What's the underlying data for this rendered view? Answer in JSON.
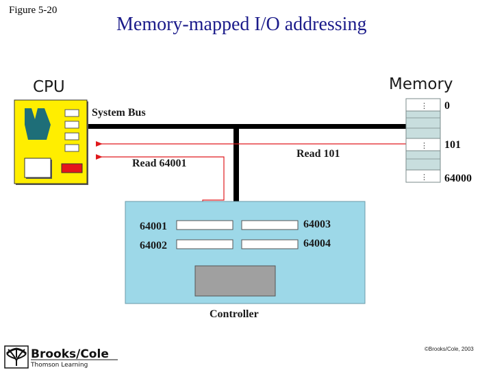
{
  "header": {
    "figure_label": "Figure 5-20",
    "title": "Memory-mapped I/O addressing"
  },
  "cpu": {
    "label": "CPU"
  },
  "bus": {
    "label": "System Bus",
    "read_to_memory": "Read 101",
    "read_to_controller": "Read 64001"
  },
  "memory": {
    "label": "Memory",
    "addresses": [
      "0",
      "101",
      "64000"
    ],
    "cell_dots": "⋮"
  },
  "controller": {
    "label": "Controller",
    "registers": [
      "64001",
      "64002",
      "64003",
      "64004"
    ]
  },
  "colors": {
    "cpu_fill": "#ffee00",
    "cpu_logo": "#1e6e78",
    "cpu_red_button": "#e5151b",
    "bus": "#000000",
    "signal_arrow": "#e0191d",
    "memory_cell": "#c8dede",
    "controller_fill": "#9dd8e8",
    "controller_device": "#a0a0a0",
    "title_text": "#1b1b8a"
  },
  "footer": {
    "publisher_logo": "Brooks/Cole",
    "publisher_subtitle": "Thomson Learning",
    "copyright": "©Brooks/Cole, 2003"
  }
}
